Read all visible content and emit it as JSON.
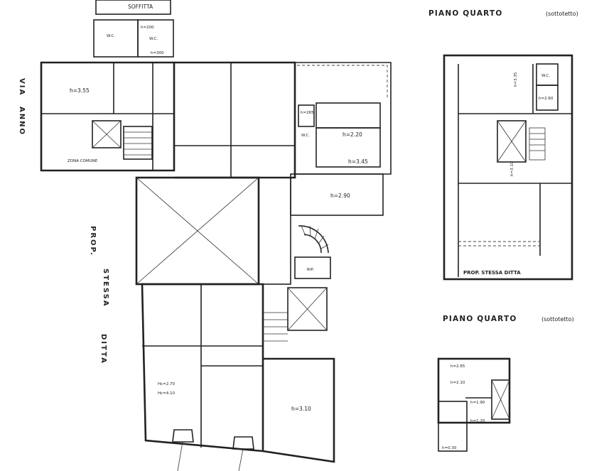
{
  "titles": {
    "top_right": "PIANO QUARTO",
    "top_right_sub": "(sottotetto)",
    "bottom_right": "PIANO QUARTO",
    "bottom_right_sub": "(sottotetto)"
  },
  "left_street": {
    "line1": "VIA",
    "line2": "ANNO"
  },
  "left_prop": {
    "line1": "PROP.",
    "line2": "STESSA",
    "line3": "DITTA"
  },
  "main_plan": {
    "soffitta": "SOFFITTA",
    "wc1": "W.C.",
    "wc2": "W.C.",
    "h_wc_a": "h=200",
    "h_wc_b": "h=300",
    "h_room_tl": "h=3.55",
    "zona_comune": "ZONA COMUNE",
    "h_220": "h=2.20",
    "h_345": "h=3.45",
    "h_290": "h=2.90",
    "h_mid_small": "h=265",
    "wc3": "W.C.",
    "rip": "RIP.",
    "h_270": "Hc=2.70",
    "h_410": "Hc=4.10",
    "h_310": "h=3.10"
  },
  "top_right_plan": {
    "prop": "PROP. STESSA DITTA",
    "h_335": "h=3.35",
    "h_310": "h=3.10",
    "wc": "W.C.",
    "h_small": "h=2.60"
  },
  "bottom_right_plan": {
    "h_265": "h=2.65",
    "h_210": "h=2.10",
    "h_190": "h=1.90",
    "h_120": "h=1.20",
    "h_030": "h=0.30"
  }
}
